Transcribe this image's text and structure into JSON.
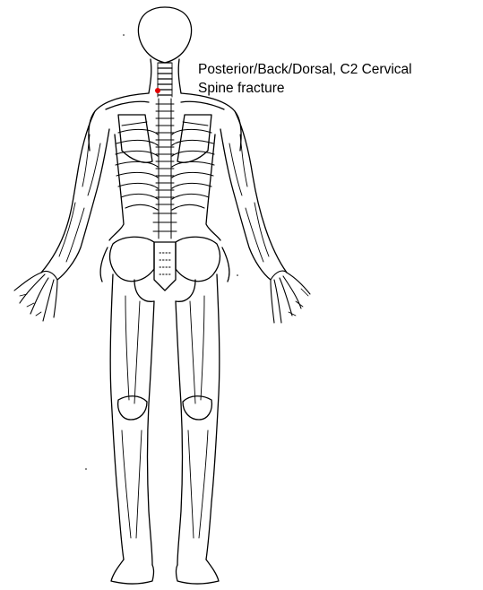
{
  "annotation": {
    "line1": "Posterior/Back/Dorsal, C2 Cervical",
    "line2": "Spine fracture"
  },
  "marker": {
    "color": "#e00000",
    "location": "C2 cervical vertebra"
  },
  "figure": {
    "view": "posterior",
    "stroke_color": "#000000"
  }
}
